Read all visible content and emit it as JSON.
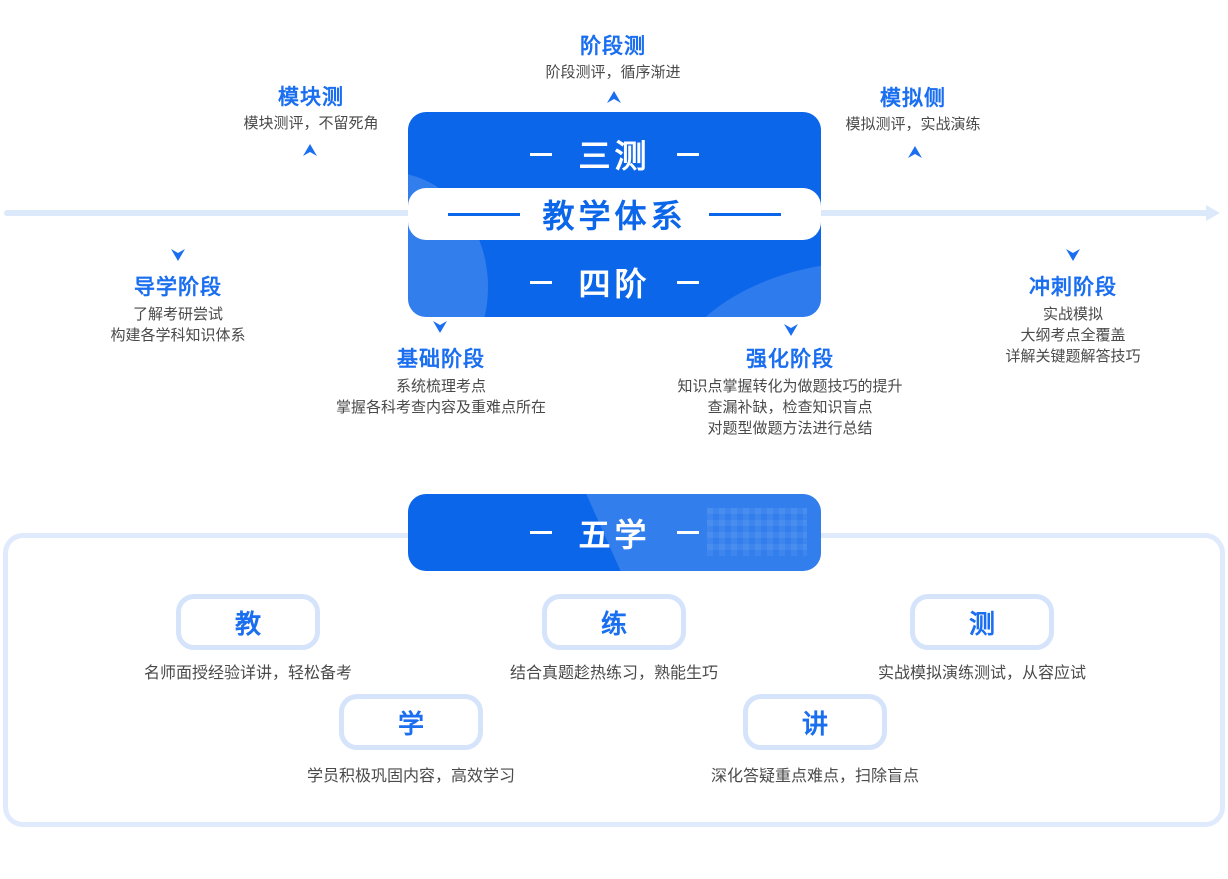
{
  "colors": {
    "primary": "#0b66ea",
    "heading": "#1a6ef0",
    "light": "#dce9fb",
    "text": "#4a4a4a"
  },
  "center": {
    "top_label": "三测",
    "title": "教学体系",
    "bottom_label": "四阶"
  },
  "three_tests": [
    {
      "title": "模块测",
      "desc": "模块测评，不留死角",
      "icon": "chevron-up-icon"
    },
    {
      "title": "阶段测",
      "desc": "阶段测评，循序渐进",
      "icon": "chevron-up-icon"
    },
    {
      "title": "模拟侧",
      "desc": "模拟测评，实战演练",
      "icon": "chevron-up-icon"
    }
  ],
  "four_stages": [
    {
      "title": "导学阶段",
      "lines": [
        "了解考研尝试",
        "构建各学科知识体系"
      ],
      "icon": "chevron-down-icon"
    },
    {
      "title": "基础阶段",
      "lines": [
        "系统梳理考点",
        "掌握各科考查内容及重难点所在"
      ],
      "icon": "chevron-down-icon"
    },
    {
      "title": "强化阶段",
      "lines": [
        "知识点掌握转化为做题技巧的提升",
        "查漏补缺，检查知识盲点",
        "对题型做题方法进行总结"
      ],
      "icon": "chevron-down-icon"
    },
    {
      "title": "冲刺阶段",
      "lines": [
        "实战模拟",
        "大纲考点全覆盖",
        "详解关键题解答技巧"
      ],
      "icon": "chevron-down-icon"
    }
  ],
  "five_study": {
    "label": "五学",
    "items": [
      {
        "char": "教",
        "desc": "名师面授经验详讲，轻松备考"
      },
      {
        "char": "练",
        "desc": "结合真题趁热练习，熟能生巧"
      },
      {
        "char": "测",
        "desc": "实战模拟演练测试，从容应试"
      },
      {
        "char": "学",
        "desc": "学员积极巩固内容，高效学习"
      },
      {
        "char": "讲",
        "desc": "深化答疑重点难点，扫除盲点"
      }
    ]
  }
}
